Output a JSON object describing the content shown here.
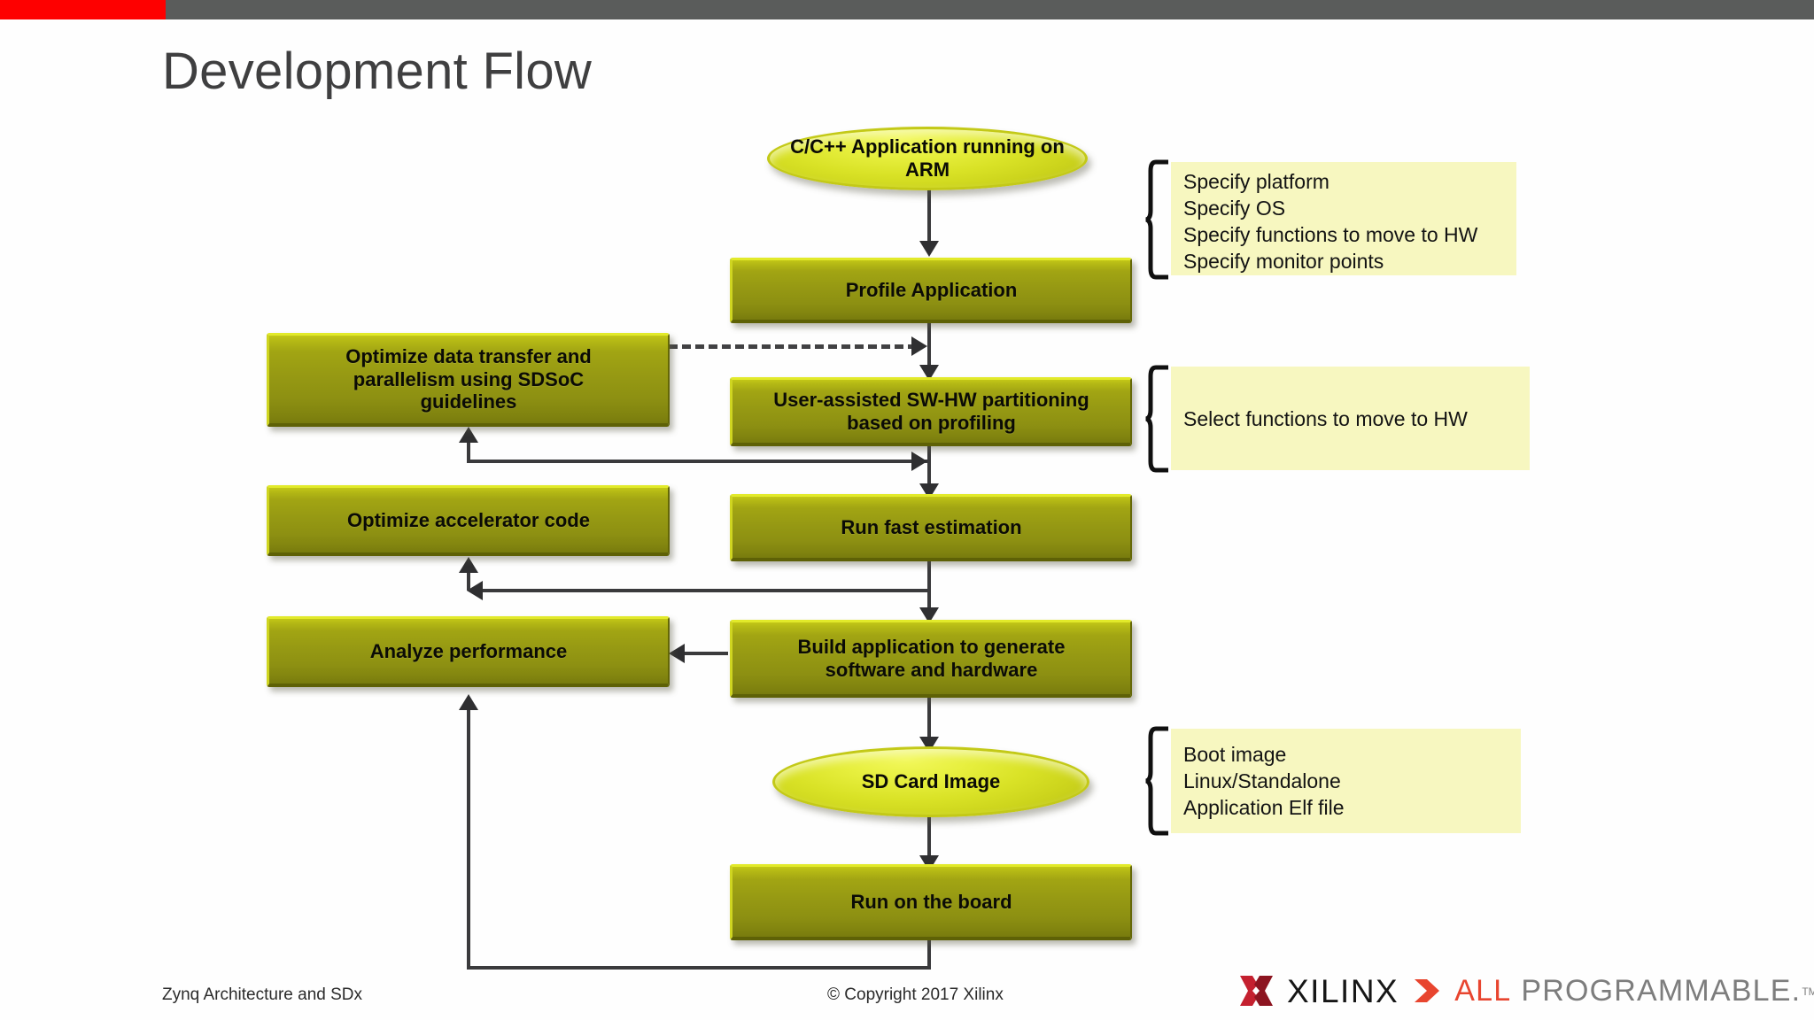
{
  "slide": {
    "title": "Development Flow",
    "accent_red": "#fe0000",
    "accent_gray": "#5a5c5b",
    "node_fill": "#9a9d13",
    "oval_fill": "#dce52b",
    "note_fill": "#f7f7c0"
  },
  "nodes": {
    "app": {
      "line1": "C/C++ Application",
      "line2": "running on ARM"
    },
    "profile": {
      "line1": "Profile Application"
    },
    "optimize_transfer": {
      "line1": "Optimize data transfer and",
      "line2": "parallelism using SDSoC",
      "line3": "guidelines"
    },
    "partition": {
      "line1": "User-assisted SW-HW partitioning",
      "line2": "based on profiling"
    },
    "optimize_accel": {
      "line1": "Optimize accelerator code"
    },
    "estimate": {
      "line1": "Run fast estimation"
    },
    "analyze": {
      "line1": "Analyze performance"
    },
    "build": {
      "line1": "Build application to generate",
      "line2": "software and hardware"
    },
    "sdcard": {
      "line1": "SD Card Image"
    },
    "runboard": {
      "line1": "Run on the board"
    }
  },
  "notes": {
    "specify": {
      "lines": [
        "Specify platform",
        "Specify OS",
        "Specify functions to move to HW",
        "Specify monitor points"
      ]
    },
    "select": {
      "lines": [
        "Select functions to move to HW"
      ]
    },
    "boot": {
      "lines": [
        "Boot image",
        "Linux/Standalone",
        "Application Elf file"
      ]
    }
  },
  "footer": {
    "left": "Zynq Architecture and SDx",
    "center": "© Copyright 2017 Xilinx"
  },
  "logo": {
    "wordmark": "XILINX",
    "all": "ALL",
    "programmable": "PROGRAMMABLE.",
    "tm": "TM",
    "mark_color": "#c4202f",
    "chevron_color": "#e8452f",
    "all_color": "#e8452f",
    "prog_color": "#7d7d7d"
  }
}
